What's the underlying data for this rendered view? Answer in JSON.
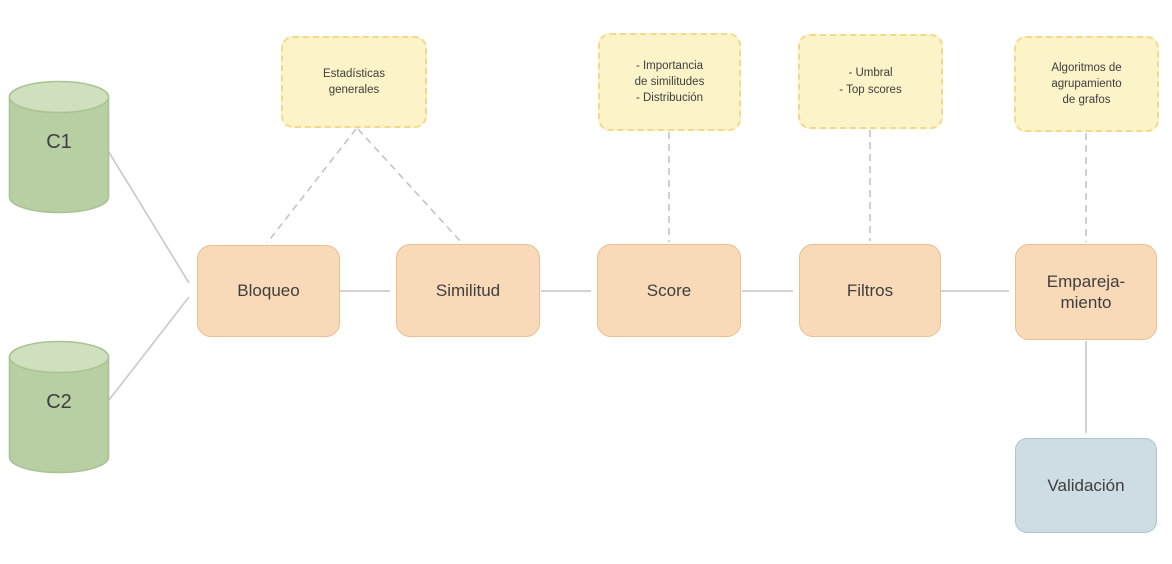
{
  "diagram": {
    "sources": [
      {
        "label": "C1"
      },
      {
        "label": "C2"
      }
    ],
    "pipeline": [
      {
        "label": "Bloqueo"
      },
      {
        "label": "Similitud"
      },
      {
        "label": "Score"
      },
      {
        "label": "Filtros"
      },
      {
        "label": "Empareja-\nmiento"
      }
    ],
    "annotations": [
      {
        "text": "Estadísticas\ngenerales"
      },
      {
        "text": "- Importancia\nde similitudes\n- Distribución"
      },
      {
        "text": "- Umbral\n- Top scores"
      },
      {
        "text": "Algoritmos de\nagrupamiento\nde grafos"
      }
    ],
    "final": {
      "label": "Validación"
    }
  },
  "colors": {
    "ink": "#3e3e3e",
    "connector": "#cbcbcb",
    "connector-dash": "#c4c4c4",
    "stage-fill": "#f8dab9",
    "stage-border": "#ecbe90",
    "note-fill": "#fdf3c8",
    "note-border": "#f0da8c",
    "result-fill": "#cedde3",
    "result-border": "#aac7cf",
    "source-fill": "#b7cfa2",
    "source-top": "#cfe0bf",
    "source-border": "#a9c393"
  }
}
